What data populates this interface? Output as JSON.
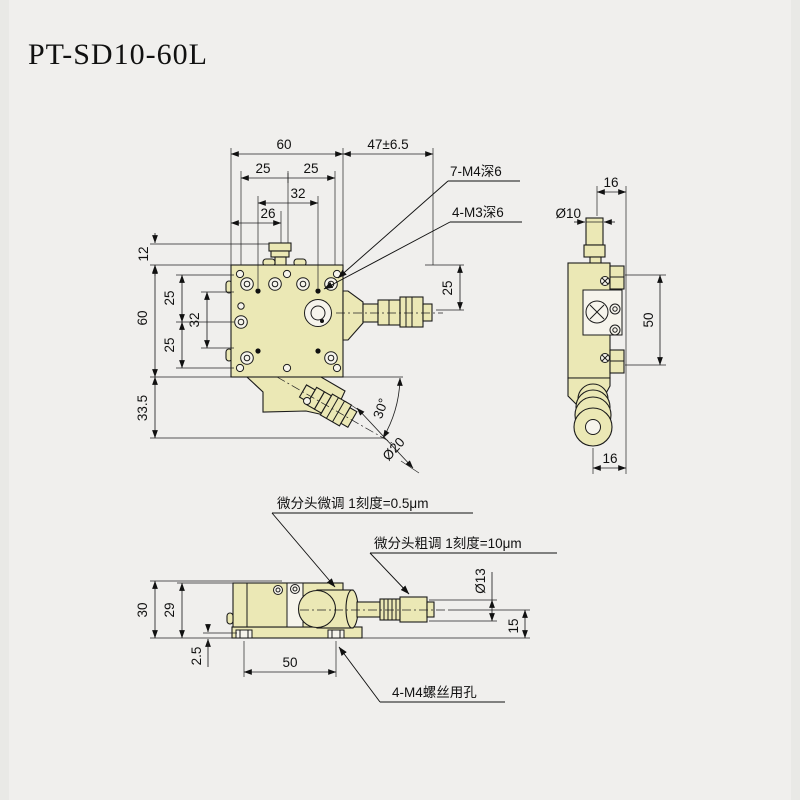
{
  "title": "PT-SD10-60L",
  "front": {
    "dim_width": "60",
    "dim_travel": "47±6.5",
    "dim_25l": "25",
    "dim_25r": "25",
    "dim_32t": "32",
    "dim_26": "26",
    "dim_12": "12",
    "dim_60": "60",
    "dim_25a": "25",
    "dim_32": "32",
    "dim_25b": "25",
    "dim_335": "33.5",
    "dim_25right": "25",
    "dim_angle": "30°",
    "dim_dia20": "Ø20",
    "callout_m4": "7-M4深6",
    "callout_m3": "4-M3深6"
  },
  "side": {
    "dim_16top": "16",
    "dim_dia10": "Ø10",
    "dim_50": "50",
    "dim_16bottom": "16"
  },
  "bottom": {
    "callout_fine": "微分头微调 1刻度=0.5μm",
    "callout_coarse": "微分头粗调 1刻度=10μm",
    "callout_mount": "4-M4螺丝用孔",
    "dim_30": "30",
    "dim_29": "29",
    "dim_2_5": "2.5",
    "dim_50": "50",
    "dim_dia13": "Ø13",
    "dim_15": "15"
  },
  "colors": {
    "part_fill": "#ebe8b5",
    "line": "#1b1b1b",
    "background": "#f0efed"
  }
}
